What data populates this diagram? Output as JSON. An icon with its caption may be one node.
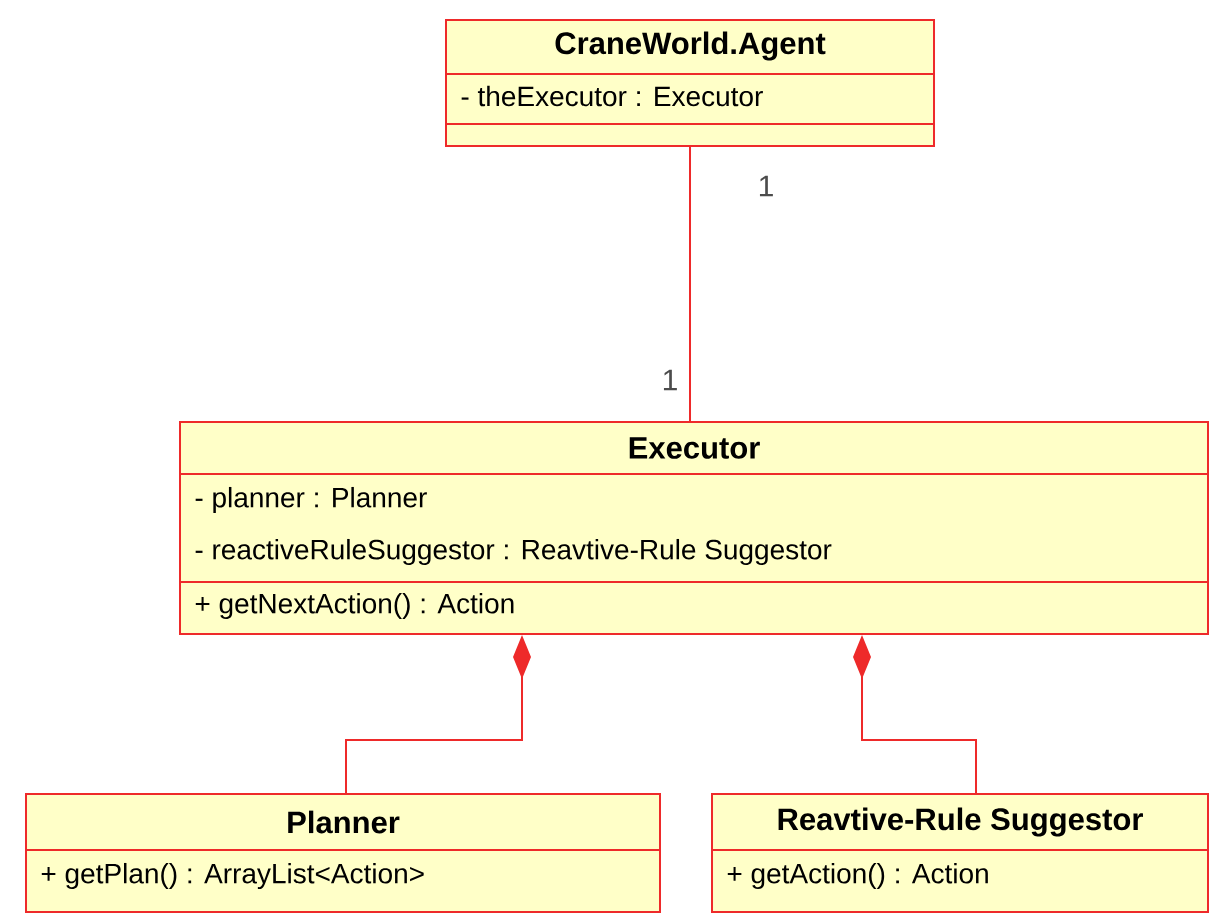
{
  "diagram": {
    "nodes": [
      {
        "text": [
          "CraneWorld.Agent",
          "- theExecutor : Executor"
        ]
      },
      {
        "text": [
          "Executor",
          "- planner : Planner",
          "- reactiveRuleSuggestor : Reavtive-Rule Suggestor",
          "+ getNextAction() : Action"
        ]
      },
      {
        "text": [
          "Planner",
          "+ getPlan() : ArrayList<Action>"
        ]
      },
      {
        "text": [
          "Reavtive-Rule Suggestor",
          "+ getAction() : Action"
        ]
      }
    ],
    "edges": [
      {
        "from": 0,
        "to": 1,
        "arrow": "none"
      },
      {
        "from": 1,
        "to": 2,
        "arrow": "other"
      },
      {
        "from": 1,
        "to": 3,
        "arrow": "other"
      }
    ],
    "labels": [
      "1",
      "1"
    ]
  }
}
